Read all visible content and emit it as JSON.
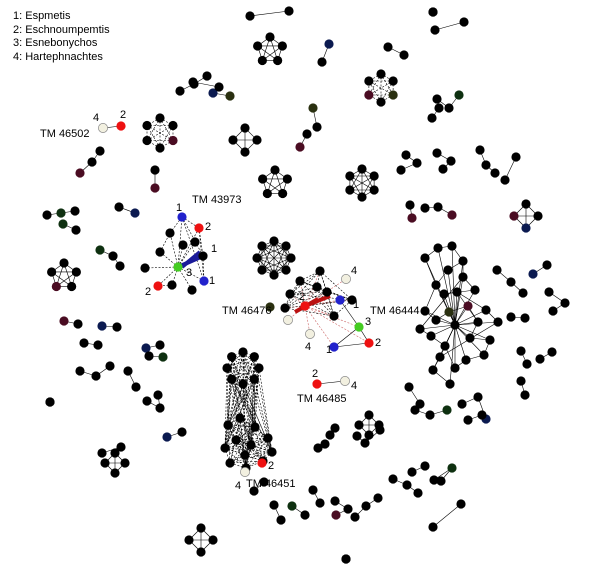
{
  "legend": [
    "1: Espmetis",
    "2: Eschnoumpemtis",
    "3: Esnebonychos",
    "4: Hartephnachtes"
  ],
  "colors": {
    "edge": "#000000",
    "node_default": "#000000",
    "name_1": "#2222cc",
    "name_2": "#ee1111",
    "name_3": "#44cc22",
    "name_4": "#f2f0e0",
    "thick_1": "#1a1a99",
    "thick_2": "#bb1111"
  },
  "tm_labels": {
    "tm46502": "TM 46502",
    "tm43973": "TM 43973",
    "tm46476": "TM 46476",
    "tm46444": "TM 46444",
    "tm46485": "TM 46485",
    "tm46451": "TM 46451"
  },
  "highlighted_nodes": {
    "tm46502": [
      "4",
      "2"
    ],
    "tm43973": [
      "1",
      "2",
      "1",
      "1",
      "3",
      "2"
    ],
    "tm46476": [
      "2",
      "4",
      "4",
      "1"
    ],
    "tm46444": [
      "3",
      "2",
      "1"
    ],
    "tm46485": [
      "2",
      "4"
    ],
    "tm46451": [
      "2",
      "4"
    ]
  }
}
